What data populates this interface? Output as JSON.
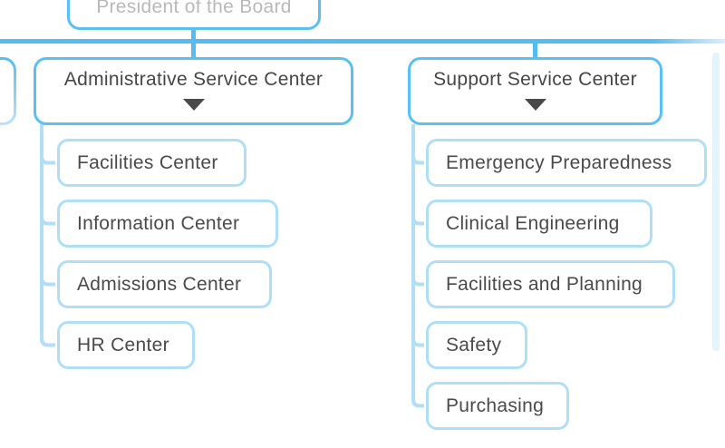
{
  "org_chart": {
    "root": {
      "label": "President of the Board"
    },
    "groups": [
      {
        "label": "Administrative Service Center",
        "children": [
          "Facilities Center",
          "Information Center",
          "Admissions Center",
          "HR Center"
        ]
      },
      {
        "label": "Support Service Center",
        "children": [
          "Emergency Preparedness",
          "Clinical Engineering",
          "Facilities and Planning",
          "Safety",
          "Purchasing"
        ]
      }
    ],
    "icons": {
      "collapse_arrow": "triangle-down-icon"
    },
    "colors": {
      "connector_primary": "#54bcf0",
      "connector_children": "#b2def6",
      "parent_border": "#58c0f2",
      "child_border": "#aedff7",
      "parent_text": "#464646",
      "child_text": "#4a4a4a",
      "root_text": "#b9b9b9",
      "arrow": "#4a4a4a",
      "scrollbar_thumb": "#e4f3fc"
    }
  }
}
